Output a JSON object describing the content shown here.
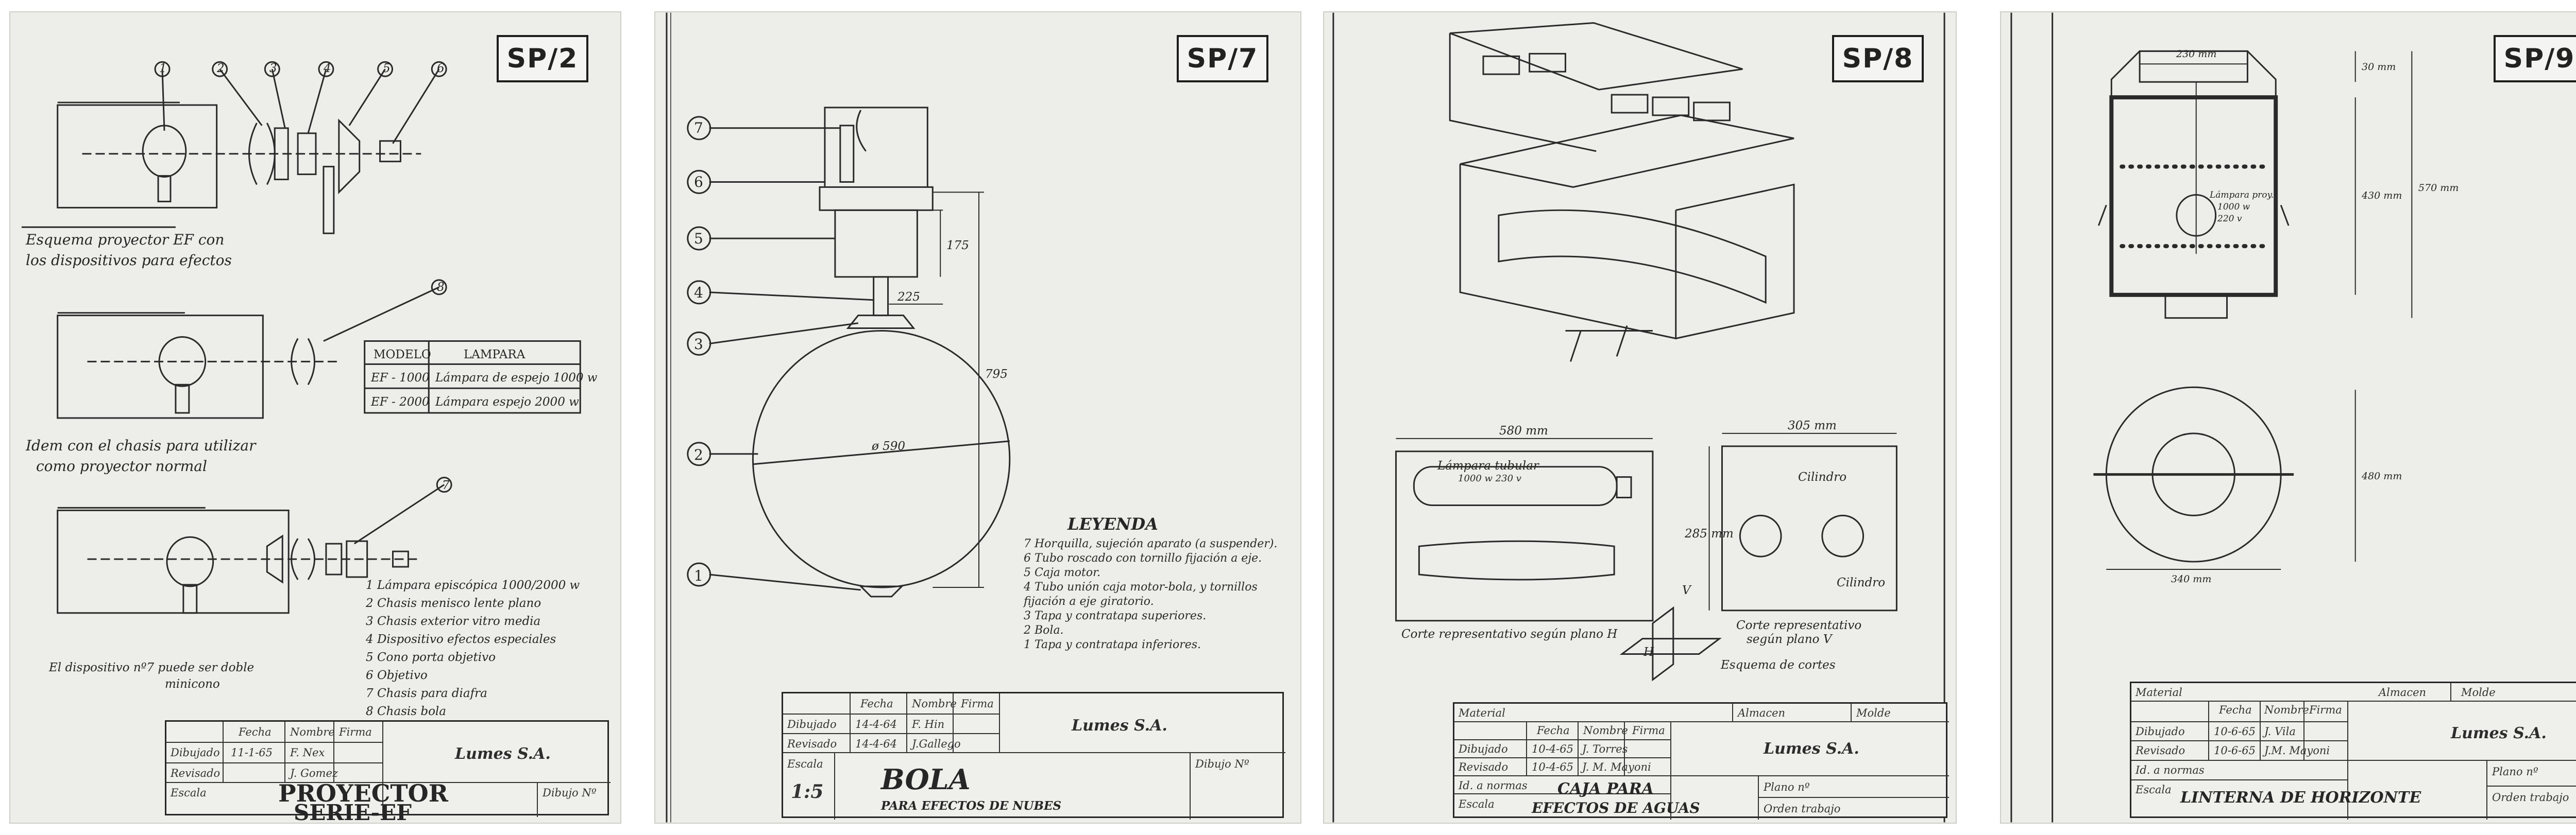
{
  "sheets": [
    {
      "code": "SP/2",
      "caption1": "Esquema proyector EF  con",
      "caption2": "los dispositivos para efectos",
      "caption3": "Idem con el chasis para utilizar",
      "caption4": "como proyector normal",
      "table": {
        "h1": "MODELO",
        "h2": "LAMPARA",
        "r1c1": "EF - 1000",
        "r1c2": "Lámpara de espejo 1000 w",
        "r2c1": "EF - 2000",
        "r2c2": "Lámpara espejo 2000 w"
      },
      "callouts": [
        "1",
        "2",
        "3",
        "4",
        "5",
        "6",
        "8",
        "7"
      ],
      "items": [
        "1 Lámpara episcópica 1000/2000 w",
        "2 Chasis menisco lente plano",
        "3 Chasis exterior vitro media",
        "4 Dispositivo efectos especiales",
        "5 Cono porta objetivo",
        "6 Objetivo",
        "7 Chasis para diafra",
        "8 Chasis bola"
      ],
      "note1": "El dispositivo nº7 puede ser doble",
      "note2": "minicono",
      "tb": {
        "fecha": "Fecha",
        "nombre": "Nombre",
        "firma": "Firma",
        "dibujado": "Dibujado",
        "revisado": "Revisado",
        "date": "11-1-65",
        "name": "F. Nex",
        "name2": "J. Gomez",
        "escala": "Escala",
        "title1": "PROYECTOR",
        "title2": "SERIE-EF",
        "dibujo": "Dibujo Nº",
        "logo": "Lumes S.A."
      }
    },
    {
      "code": "SP/7",
      "callouts": [
        "7",
        "6",
        "5",
        "4",
        "3",
        "2",
        "1"
      ],
      "dims": [
        "225",
        "795",
        "ø 590",
        "175"
      ],
      "legend_title": "LEYENDA",
      "legend": [
        "7  Horquilla, sujeción aparato (a suspender).",
        "6  Tubo roscado con tornillo fijación a eje.",
        "5  Caja motor.",
        "4  Tubo unión caja motor-bola,  y tornillos",
        "    fijación a eje giratorio.",
        "3  Tapa y contratapa superiores.",
        "2  Bola.",
        "1  Tapa y contratapa inferiores."
      ],
      "tb": {
        "fecha": "Fecha",
        "nombre": "Nombre",
        "firma": "Firma",
        "dibujado": "Dibujado",
        "revisado": "Revisado",
        "d1": "14-4-64",
        "d2": "14-4-64",
        "n1": "F. Hin",
        "n2": "J.Gallego",
        "escala": "Escala",
        "scale": "1:5",
        "title": "BOLA",
        "subtitle": "PARA EFECTOS DE NUBES",
        "dibujo": "Dibujo Nº",
        "logo": "Lumes S.A."
      }
    },
    {
      "code": "SP/8",
      "labels": {
        "dim1": "580 mm",
        "dim2": "305 mm",
        "dim3": "285 mm",
        "lamp": "Lámpara tubular",
        "lamp2": "1000 w 230 v",
        "cilindro_top": "Cilindro",
        "cilindro_bottom": "Cilindro",
        "corte1": "Corte representativo según plano H",
        "corte2": "Corte representativo",
        "corte2b": "según plano V",
        "esquema": "Esquema de cortes",
        "h": "H",
        "v": "V"
      },
      "tb": {
        "material": "Material",
        "almacen": "Almacen",
        "molde": "Molde",
        "fecha": "Fecha",
        "nombre": "Nombre",
        "firma": "Firma",
        "dibujado": "Dibujado",
        "revisado": "Revisado",
        "d1": "10-4-65",
        "d2": "10-4-65",
        "n1": "J. Torres",
        "n2": "J. M. Mayoni",
        "normas": "Id. a normas",
        "escala": "Escala",
        "title1": "CAJA PARA",
        "title2": "EFECTOS DE AGUAS",
        "plano": "Plano nº",
        "orden": "Orden trabajo",
        "logo": "Lumes S.A."
      }
    },
    {
      "code": "SP/9",
      "labels": {
        "dim_top": "230 mm",
        "dim_r1": "30 mm",
        "dim_r2": "430 mm",
        "dim_r3": "570 mm",
        "dim_r4": "480 mm",
        "dim_bottom": "340 mm",
        "lamp1": "Lámpara proy.",
        "lamp2": "1000 w",
        "lamp3": "220 v"
      },
      "tb": {
        "material": "Material",
        "almacen": "Almacen",
        "molde": "Molde",
        "fecha": "Fecha",
        "nombre": "Nombre",
        "firma": "Firma",
        "dibujado": "Dibujado",
        "revisado": "Revisado",
        "d1": "10-6-65",
        "d2": "10-6-65",
        "n1": "J. Vila",
        "n2": "J.M. Mayoni",
        "normas": "Id. a normas",
        "escala": "Escala",
        "title": "LINTERNA DE HORIZONTE",
        "plano": "Plano nº",
        "orden": "Orden trabajo",
        "logo": "Lumes S.A."
      }
    }
  ]
}
